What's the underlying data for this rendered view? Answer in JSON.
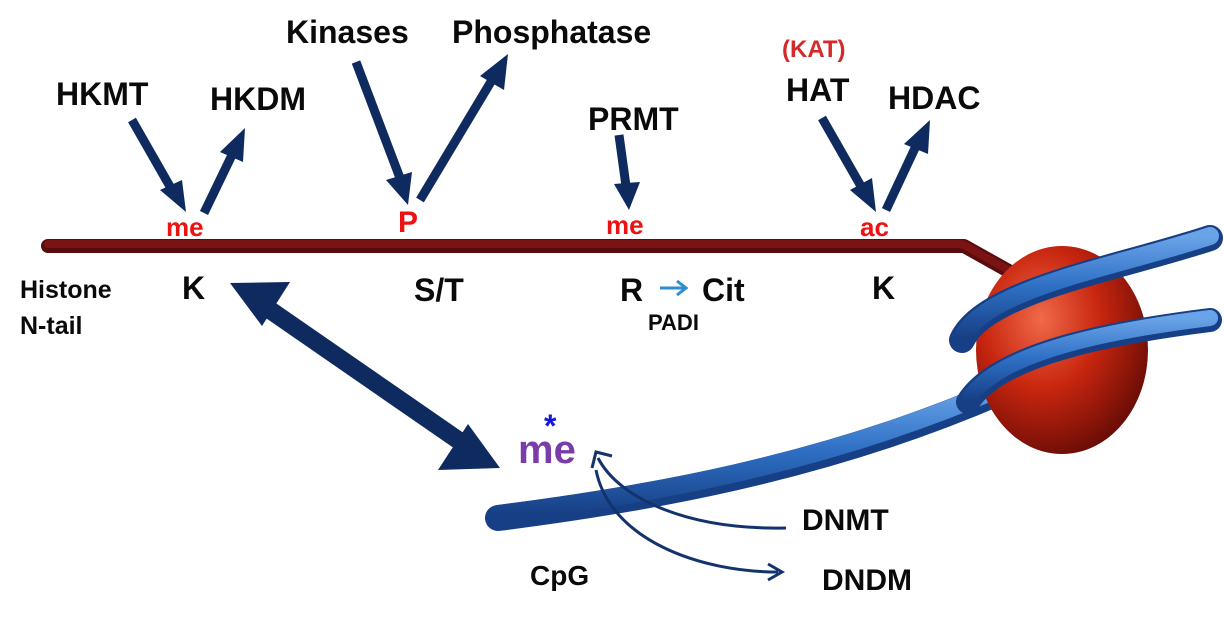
{
  "colors": {
    "arrow": "#0e2a5e",
    "tail": "#6b0f10",
    "mark": "#ee1111",
    "kat": "#d42a2a",
    "dna": "#2e6fc4",
    "dna_dark": "#12336b",
    "cpg_me": "#7a3ca6",
    "asterisk": "#1414e0",
    "r_arrow": "#2e8ccf"
  },
  "enzymes": {
    "hkmt": "HKMT",
    "hkdm": "HKDM",
    "kinases": "Kinases",
    "phosphatase": "Phosphatase",
    "prmt": "PRMT",
    "kat": "(KAT)",
    "hat": "HAT",
    "hdac": "HDAC"
  },
  "marks": {
    "lysine_me": "me",
    "phospho": "P",
    "arginine_me": "me",
    "acetyl": "ac"
  },
  "residues": {
    "k1": "K",
    "st": "S/T",
    "r": "R",
    "r_arrow": "→",
    "cit": "Cit",
    "padi": "PADI",
    "k2": "K"
  },
  "tail_label": {
    "line1": "Histone",
    "line2": "N-tail"
  },
  "dna": {
    "cpg_me": "me",
    "asterisk": "*",
    "dnmt": "DNMT",
    "dndm": "DNDM",
    "cpg": "CpG"
  }
}
